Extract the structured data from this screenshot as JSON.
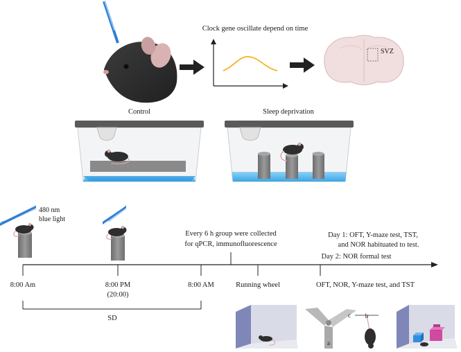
{
  "top": {
    "chart_caption": "Clock gene oscillate depend on time",
    "brain_label": "SVZ"
  },
  "cages": {
    "control_label": "Control",
    "sd_label": "Sleep deprivation"
  },
  "light": {
    "line1": "480 nm",
    "line2": "blue light"
  },
  "timeline": {
    "collect_line1": "Every 6 h group were collected",
    "collect_line2": "for qPCR, immunofluorescence",
    "day1_line1": "Day 1: OFT, Y-maze test, TST,",
    "day1_line2": "and NOR habituated to test.",
    "day2": "Day 2: NOR formal test",
    "ticks": {
      "t1": "8:00 Am",
      "t2": "8:00 PM",
      "t2_sub": "(20:00)",
      "t3": "8:00 AM",
      "t4": "Running wheel",
      "t5": "OFT, NOR, Y-maze test, and TST"
    },
    "sd_label": "SD"
  },
  "ymaze": {
    "arm_a": "a",
    "arm_b": "b",
    "arm_c": "c"
  },
  "colors": {
    "arrow": "#222222",
    "curve": "#f2b622",
    "blue_light": "#2f7fd6",
    "water": "#3aa6e6",
    "cage_lid": "#5a5a5a",
    "platform": "#8a8a8a",
    "box_wall": "#7f86b8",
    "cube_blue": "#2f8fe0",
    "cube_pink": "#d04aa0"
  }
}
